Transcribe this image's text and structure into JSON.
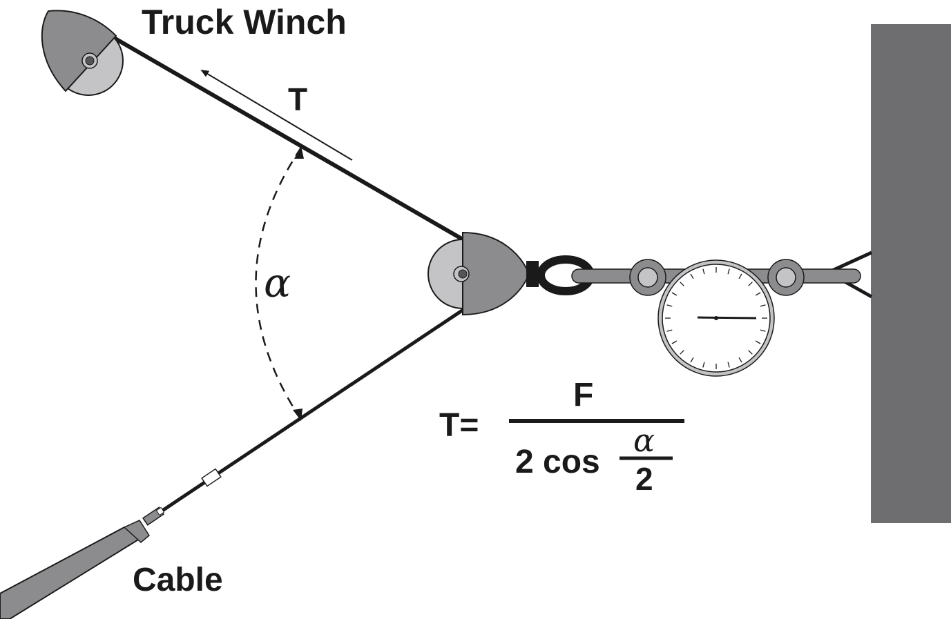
{
  "labels": {
    "truck_winch": "Truck Winch",
    "tension": "T",
    "angle": "α",
    "cable": "Cable"
  },
  "formula": {
    "lhs": "T=",
    "numerator": "F",
    "denominator_prefix": "2 cos",
    "inner_numerator": "α",
    "inner_denominator": "2"
  },
  "colors": {
    "line": "#1a1a1a",
    "dark_gray": "#8c8c8e",
    "light_gray": "#c4c4c6",
    "wall": "#6e6e71",
    "gauge_face": "#ffffff"
  }
}
